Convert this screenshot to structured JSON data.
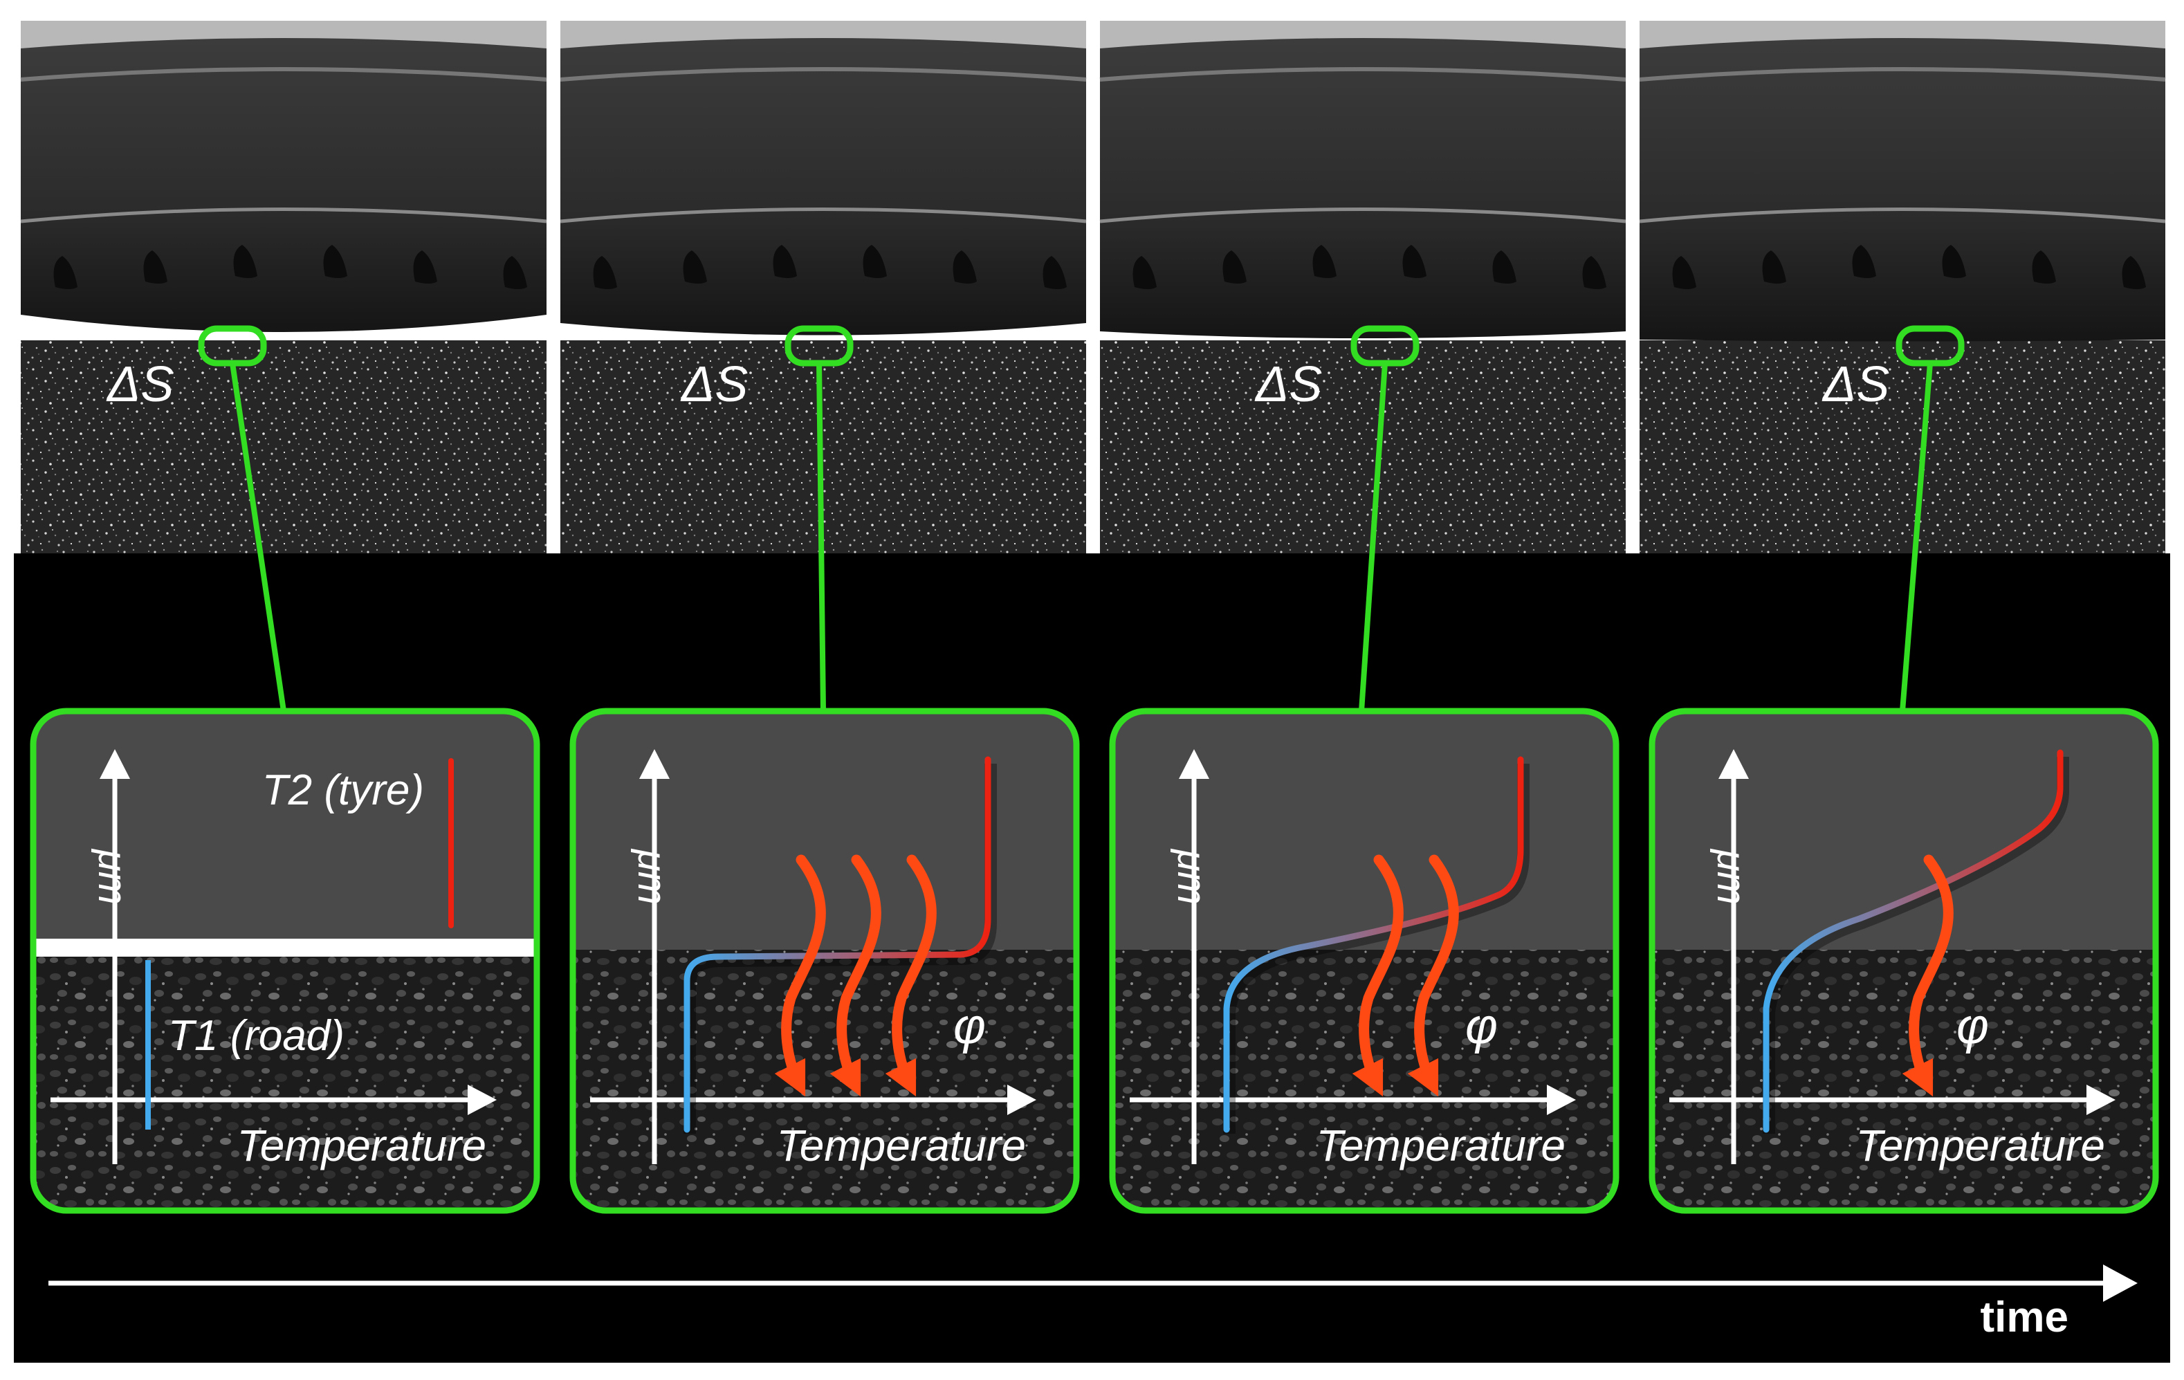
{
  "delta_s_label": "ΔS",
  "panels": [
    {
      "stage": 1,
      "ylabel": "μm",
      "xlabel": "Temperature",
      "t2_label": "T2 (tyre)",
      "t1_label": "T1 (road)",
      "phi_label": "",
      "heat_arrows": 0
    },
    {
      "stage": 2,
      "ylabel": "μm",
      "xlabel": "Temperature",
      "t2_label": "",
      "t1_label": "",
      "phi_label": "φ",
      "heat_arrows": 3
    },
    {
      "stage": 3,
      "ylabel": "μm",
      "xlabel": "Temperature",
      "t2_label": "",
      "t1_label": "",
      "phi_label": "φ",
      "heat_arrows": 2
    },
    {
      "stage": 4,
      "ylabel": "μm",
      "xlabel": "Temperature",
      "t2_label": "",
      "t1_label": "",
      "phi_label": "φ",
      "heat_arrows": 1
    }
  ],
  "time_label": "time",
  "colors": {
    "highlight": "#33dd22",
    "tyre_temperature": "#ee2211",
    "road_temperature": "#44aaee",
    "heat_flux": "#ff4a14",
    "background": "#000000"
  }
}
